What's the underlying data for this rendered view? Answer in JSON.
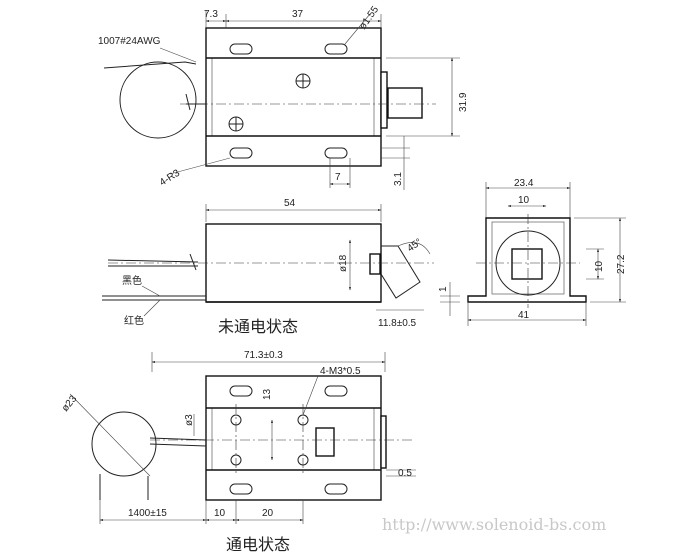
{
  "top_view": {
    "dim_flange": "7.3",
    "dim_length": "37",
    "dim_hole": "ø1.55",
    "dim_height": "31.9",
    "dim_slot": "7",
    "dim_offset": "3.1",
    "wire_label": "1007#24AWG",
    "radius_label": "4-R3"
  },
  "side_view": {
    "dim_length": "54",
    "dim_diameter": "ø18",
    "dim_angle": "45°",
    "dim_stroke": "11.8±0.5",
    "dim_thickness": "1",
    "wire_black": "黑色",
    "wire_red": "红色",
    "caption": "未通电状态"
  },
  "end_view": {
    "dim_width": "23.4",
    "dim_inner": "10",
    "dim_inner_h": "10",
    "dim_height": "27.2",
    "dim_base": "41"
  },
  "bottom_view": {
    "dim_total": "71.3±0.3",
    "dim_coil": "ø23",
    "dim_screw": "4-M3*0.5",
    "dim_pitch_v": "13",
    "dim_d3": "ø3",
    "dim_wire": "1400±15",
    "dim_a": "10",
    "dim_b": "20",
    "dim_gap": "0.5",
    "caption": "通电状态"
  },
  "watermark": "http://www.solenoid-bs.com"
}
